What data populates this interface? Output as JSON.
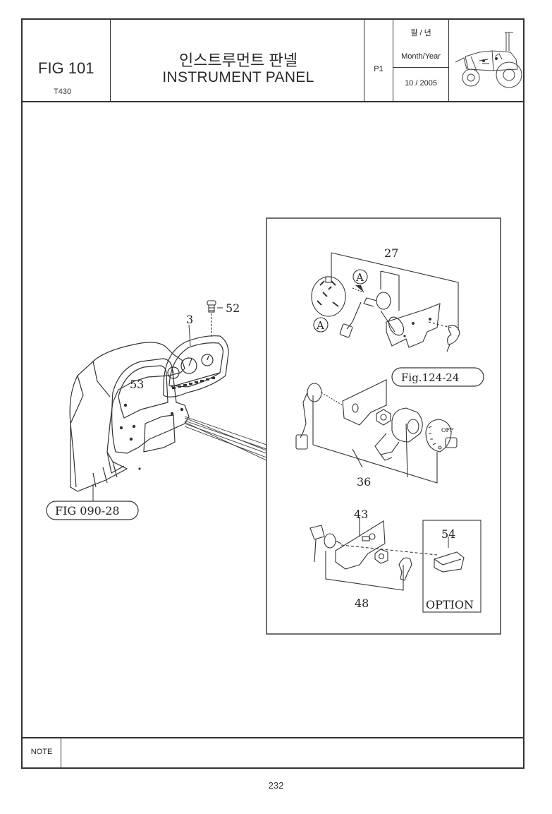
{
  "header": {
    "fig_number": "FIG 101",
    "model": "T430",
    "title_korean": "인스트루먼트 판넬",
    "title_english": "INSTRUMENT PANEL",
    "page_code": "P1",
    "month_year_korean": "월 / 년",
    "month_year_label": "Month/Year",
    "month_year_value": "10 / 2005"
  },
  "diagram": {
    "callouts": {
      "c52": "52",
      "c3": "3",
      "c53": "53",
      "c27": "27",
      "cA1": "A",
      "cA2": "A",
      "c36": "36",
      "c43": "43",
      "c54": "54",
      "c48": "48"
    },
    "references": {
      "fig_090_28": "FIG 090-28",
      "fig_124_24": "Fig.124-24"
    },
    "option_label": "OPTION",
    "off_label": "OFF"
  },
  "footer": {
    "note_label": "NOTE",
    "page_number": "232"
  }
}
